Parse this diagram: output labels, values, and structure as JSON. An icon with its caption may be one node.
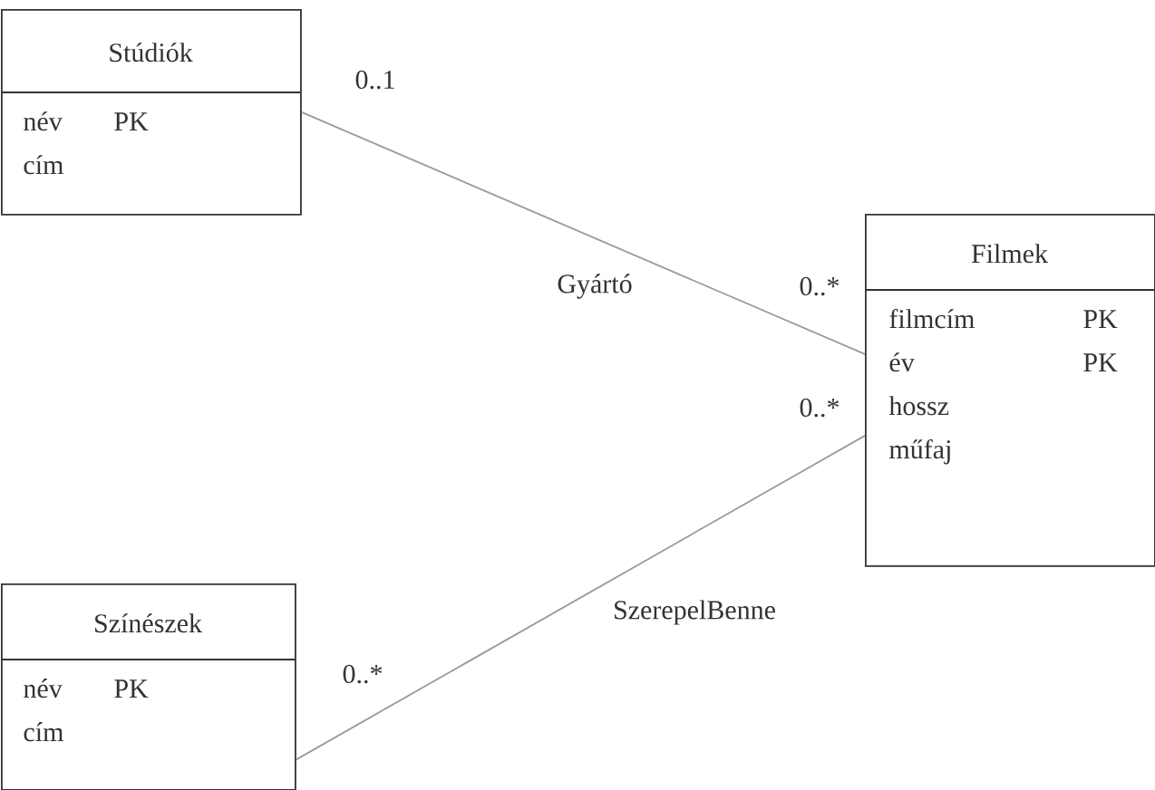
{
  "diagram": {
    "nodes": [
      {
        "text": [
          "Stúdiók",
          "név",
          "PK",
          "cím"
        ]
      },
      {
        "text": [
          "Filmek",
          "filmcím",
          "PK",
          "év",
          "PK",
          "hossz",
          "műfaj"
        ]
      },
      {
        "text": [
          "Színészek",
          "név",
          "PK",
          "cím"
        ]
      }
    ],
    "edges": [
      {
        "from": 0,
        "to": 1,
        "arrow": "none",
        "label": "Gyártó"
      },
      {
        "from": 2,
        "to": 1,
        "arrow": "none",
        "label": "SzerepelBenne"
      }
    ],
    "labels": [
      "0..1",
      "0..*",
      "0..*",
      "0..*"
    ]
  }
}
